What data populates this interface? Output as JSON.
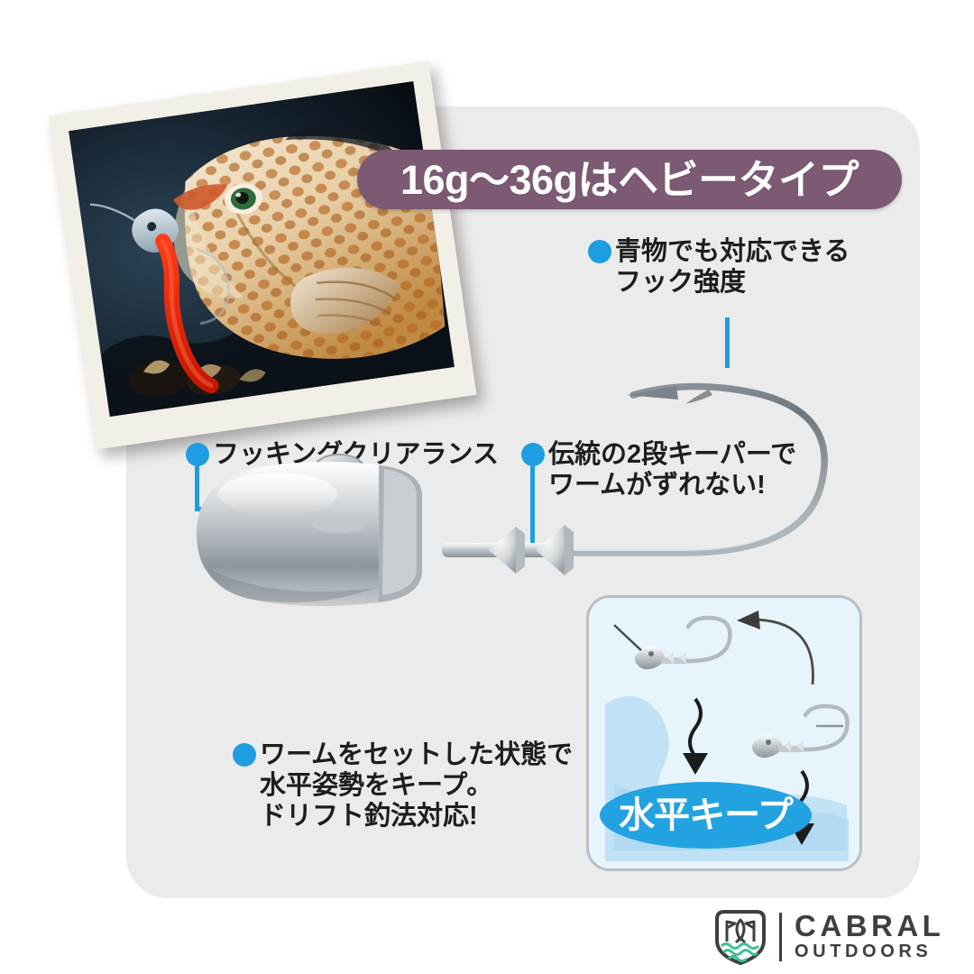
{
  "banner": {
    "text": "16g〜36gはヘビータイプ",
    "color": "#7c5a73",
    "text_color": "#ffffff"
  },
  "photo": {
    "alt_name": "grouper-caught-on-jig-head-photo",
    "subject": "spotted grouper with red worm lure on jig head",
    "frame_color": "#f2efe6"
  },
  "accent": {
    "bullet_color": "#1e9ee0",
    "leader_color": "#1e9ee0",
    "card_color": "#ebebeb",
    "inset_bg": "#e8f4fc",
    "badge_color": "#22a2e0",
    "logo_wave_color": "#3fbf9a",
    "logo_dark": "#3c4043"
  },
  "callouts": [
    {
      "id": "hook-strength",
      "lines": [
        "青物でも対応できる",
        "フック強度"
      ]
    },
    {
      "id": "hooking-clearance",
      "lines": [
        "フッキングクリアランス"
      ]
    },
    {
      "id": "two-step-keeper",
      "lines": [
        "伝統の2段キーパーで",
        "ワームがずれない!"
      ]
    },
    {
      "id": "horizontal-posture",
      "lines": [
        "ワームをセットした状態で",
        "水平姿勢をキープ。",
        "ドリフト釣法対応!"
      ]
    }
  ],
  "inset_panel": {
    "badge_text": "水平キープ",
    "description": "jig head sink posture diagram"
  },
  "brand": {
    "name_top": "CABRAL",
    "name_bottom": "OUTDOORS",
    "icon": "shield-fish-flags-waves"
  }
}
